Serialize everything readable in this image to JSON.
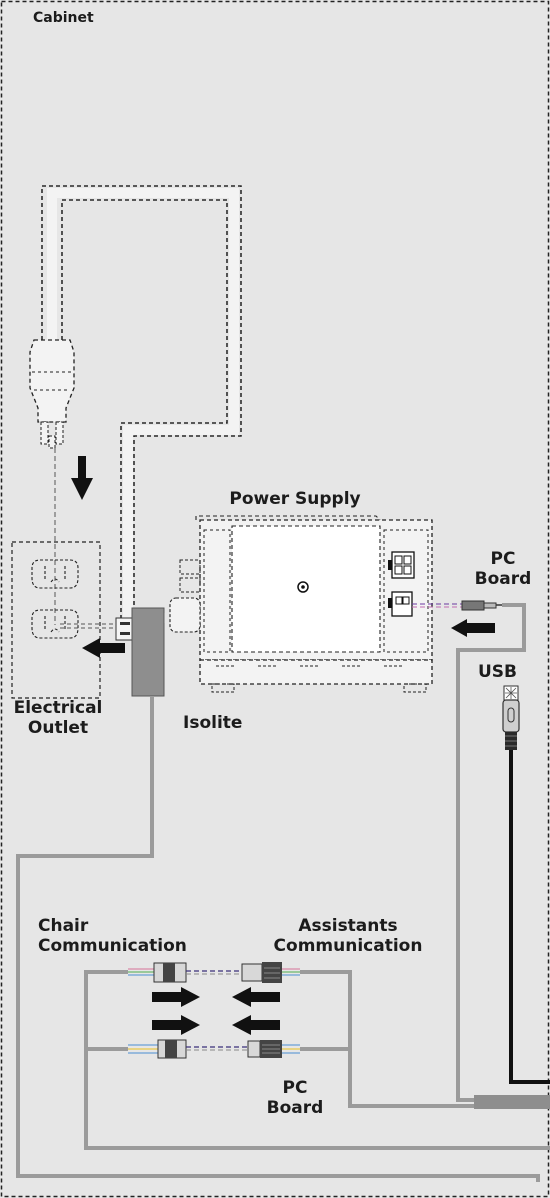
{
  "cabinet_label": "Cabinet",
  "power_supply_label": "Power Supply",
  "pc_board_top": {
    "line1": "PC",
    "line2": "Board"
  },
  "electrical_outlet": {
    "line1": "Electrical",
    "line2": "Outlet"
  },
  "isolite_label": "Isolite",
  "usb_label": "USB",
  "chair_communication": {
    "line1": "Chair",
    "line2": "Communication"
  },
  "assistants_communication": {
    "line1": "Assistants",
    "line2": "Communication"
  },
  "pc_board_bottom": {
    "line1": "PC",
    "line2": "Board"
  },
  "colors": {
    "background": "#e6e6e6",
    "cable_gray": "#9b9b9b",
    "usb_cable": "#111111",
    "arrow": "#111111",
    "dashed_outline": "#222222"
  }
}
